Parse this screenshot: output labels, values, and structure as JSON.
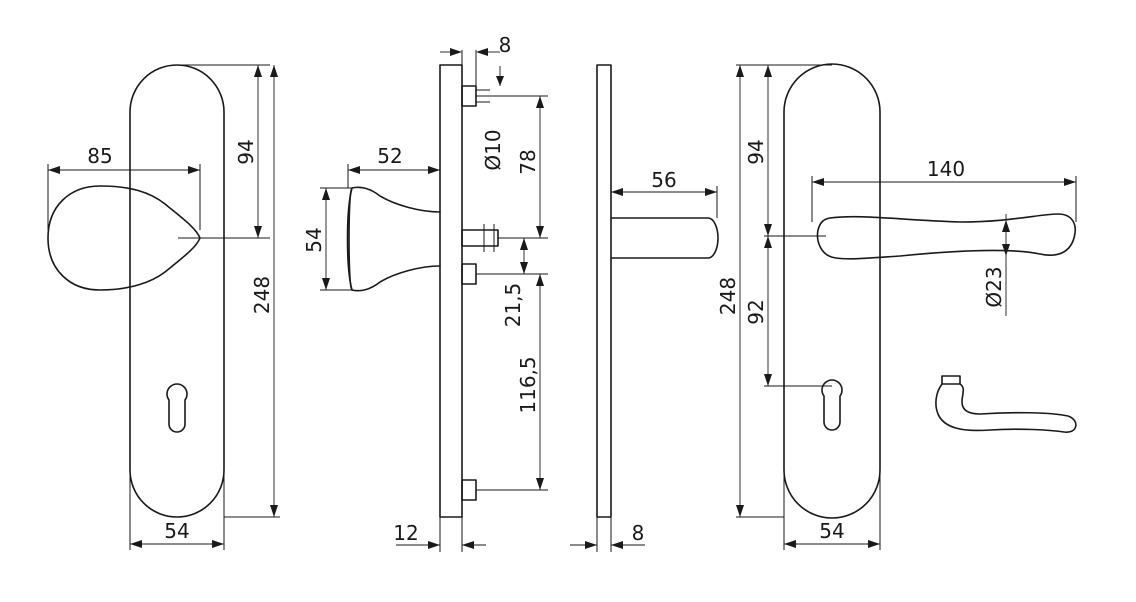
{
  "views": {
    "front_knob": {
      "name": "front-view-knob",
      "dims": {
        "width_knob": "85",
        "height_to_knob": "94",
        "total_height": "248",
        "plate_width": "54"
      }
    },
    "side_knob": {
      "name": "side-view-knob",
      "dims": {
        "knob_projection": "52",
        "knob_diameter": "54",
        "top_offset": "8",
        "bolt_diameter": "Ø10",
        "bolt_spacing_top": "78",
        "gap_spacing": "21,5",
        "bolt_spacing_bottom": "116,5",
        "plate_thickness": "12"
      }
    },
    "side_lever": {
      "name": "side-view-lever",
      "dims": {
        "lever_projection": "56",
        "plate_thickness": "8"
      }
    },
    "front_lever": {
      "name": "front-view-lever",
      "dims": {
        "total_height": "248",
        "height_to_lever": "94",
        "lever_to_keyhole": "92",
        "lever_length": "140",
        "lever_diameter": "Ø23",
        "plate_width": "54"
      }
    }
  }
}
